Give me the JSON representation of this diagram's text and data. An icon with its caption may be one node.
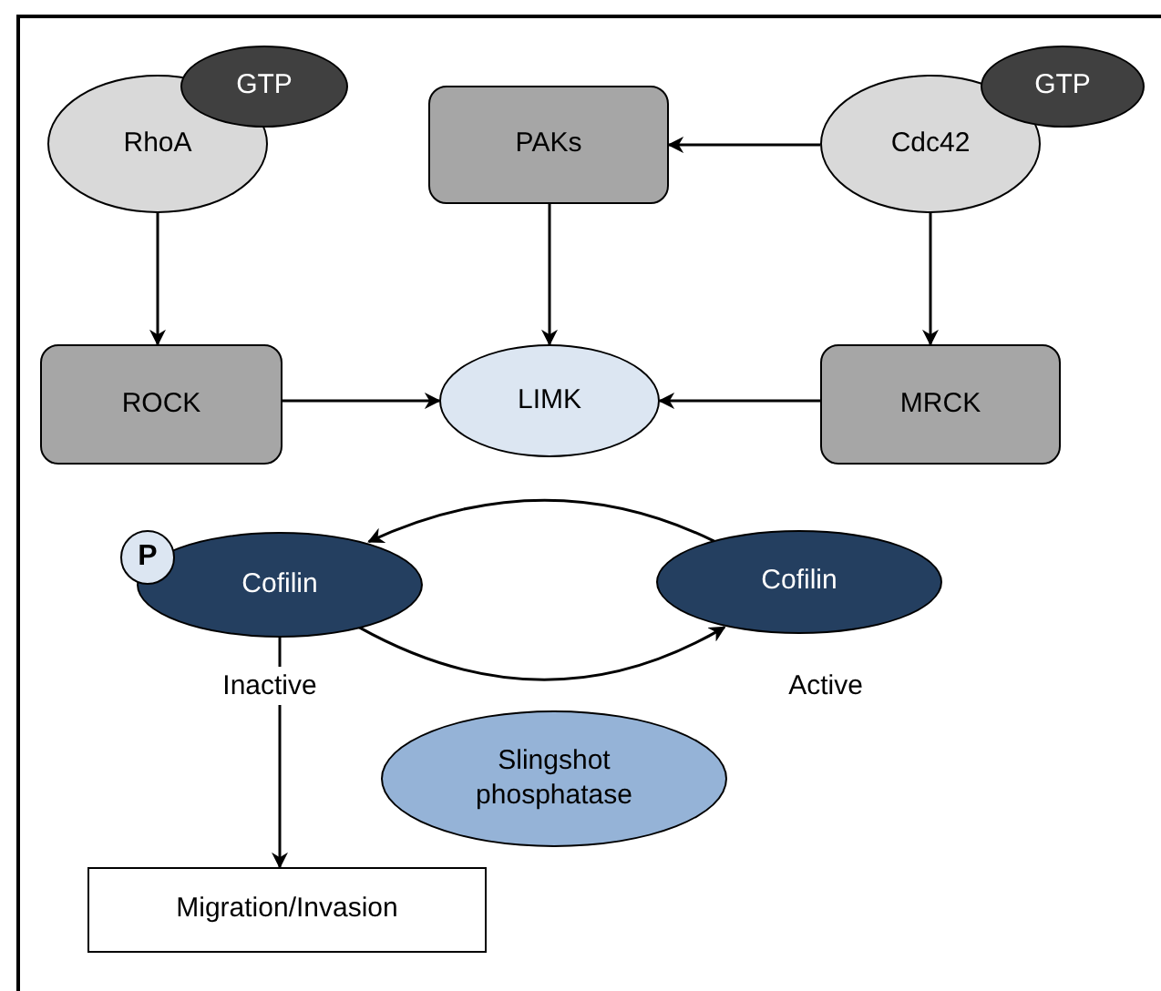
{
  "diagram": {
    "nodes": [
      {
        "text": [
          "RhoA"
        ]
      },
      {
        "text": [
          "GTP"
        ]
      },
      {
        "text": [
          "PAKs"
        ]
      },
      {
        "text": [
          "Cdc42"
        ]
      },
      {
        "text": [
          "GTP"
        ]
      },
      {
        "text": [
          "ROCK"
        ]
      },
      {
        "text": [
          "LIMK"
        ]
      },
      {
        "text": [
          "MRCK"
        ]
      },
      {
        "text": [
          "Cofilin"
        ],
        "beside": [
          "Inactive"
        ]
      },
      {
        "text": [
          "P"
        ]
      },
      {
        "text": [
          "Cofilin"
        ],
        "beside": [
          "Active"
        ]
      },
      {
        "text": [
          "Slingshot phosphatase"
        ]
      },
      {
        "text": [
          "Migration/Invasion"
        ]
      }
    ],
    "edges": [
      {
        "from": 0,
        "to": 5,
        "arrow": "to"
      },
      {
        "from": 2,
        "to": 6,
        "arrow": "to"
      },
      {
        "from": 3,
        "to": 2,
        "arrow": "to"
      },
      {
        "from": 3,
        "to": 7,
        "arrow": "to"
      },
      {
        "from": 5,
        "to": 6,
        "arrow": "to"
      },
      {
        "from": 7,
        "to": 6,
        "arrow": "to"
      },
      {
        "from": 10,
        "to": 8,
        "arrow": "to"
      },
      {
        "from": 8,
        "to": 10,
        "arrow": "to"
      },
      {
        "from": 8,
        "to": 12,
        "arrow": "to"
      }
    ]
  }
}
